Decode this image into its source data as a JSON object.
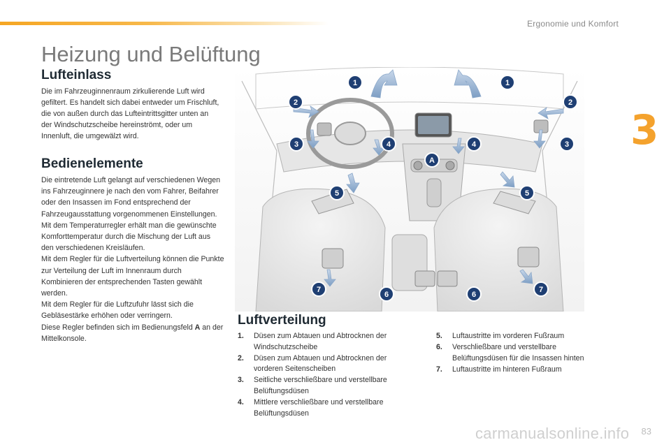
{
  "header": {
    "section": "Ergonomie und Komfort",
    "chapter": "3"
  },
  "title": "Heizung und Belüftung",
  "lufteinlass": {
    "heading": "Lufteinlass",
    "text": "Die im Fahrzeuginnenraum zirkulierende Luft wird gefiltert. Es handelt sich dabei entweder um Frischluft, die von außen durch das Lufteintrittsgitter unten an der Windschutzscheibe hereinströmt, oder um Innenluft, die umgewälzt wird."
  },
  "bedienelemente": {
    "heading": "Bedienelemente",
    "p1": "Die eintretende Luft gelangt auf verschiedenen Wegen ins Fahrzeuginnere je nach den vom Fahrer, Beifahrer oder den Insassen im Fond entsprechend der Fahrzeugausstattung vorgenommenen Einstellungen.",
    "p2": "Mit dem Temperaturregler erhält man die gewünschte Komforttemperatur durch die Mischung der Luft aus den verschiedenen Kreisläufen.",
    "p3": "Mit dem Regler für die Luftverteilung können die Punkte zur Verteilung der Luft im Innenraum durch Kombinieren der entsprechenden Tasten gewählt werden.",
    "p4": "Mit dem Regler für die Luftzufuhr lässt sich die Gebläsestärke erhöhen oder verringern.",
    "p5_pre": "Diese Regler befinden sich im Bedienungsfeld ",
    "p5_bold": "A",
    "p5_post": " an der Mittelkonsole."
  },
  "illustration": {
    "callout_a": "A",
    "callouts": [
      "1",
      "1",
      "2",
      "2",
      "3",
      "3",
      "4",
      "4",
      "5",
      "5",
      "6",
      "6",
      "7",
      "7"
    ]
  },
  "luftverteilung": {
    "heading": "Luftverteilung",
    "items_left": [
      {
        "num": "1.",
        "text": "Düsen zum Abtauen und Abtrocknen der Windschutzscheibe"
      },
      {
        "num": "2.",
        "text": "Düsen zum Abtauen und Abtrocknen der vorderen Seitenscheiben"
      },
      {
        "num": "3.",
        "text": "Seitliche verschließbare und verstellbare Belüftungsdüsen"
      },
      {
        "num": "4.",
        "text": "Mittlere verschließbare und verstellbare Belüftungsdüsen"
      }
    ],
    "items_right": [
      {
        "num": "5.",
        "text": "Luftaustritte im vorderen Fußraum"
      },
      {
        "num": "6.",
        "text": "Verschließbare und verstellbare Belüftungsdüsen für die Insassen hinten"
      },
      {
        "num": "7.",
        "text": "Luftaustritte im hinteren Fußraum"
      }
    ]
  },
  "page_number": "83",
  "watermark": "carmanualsonline.info",
  "colors": {
    "accent": "#f4a22d",
    "callout": "#1f3f73",
    "arrow": "#7d9ec4"
  }
}
